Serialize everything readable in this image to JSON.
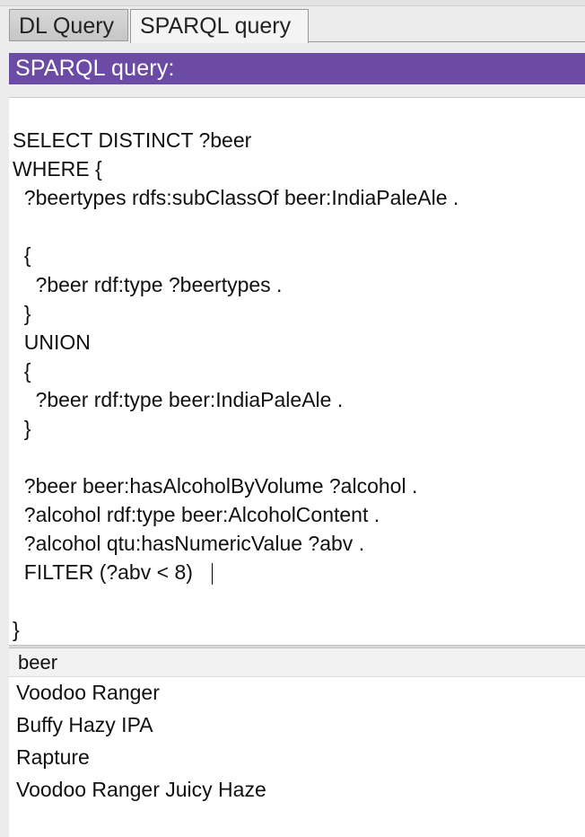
{
  "tabs": {
    "dl_query": "DL Query",
    "sparql_query": "SPARQL query"
  },
  "panel": {
    "title": "SPARQL query:"
  },
  "editor": {
    "lines": [
      "SELECT DISTINCT ?beer",
      "WHERE {",
      "  ?beertypes rdfs:subClassOf beer:IndiaPaleAle .",
      "",
      "  {",
      "    ?beer rdf:type ?beertypes .",
      "  }",
      "  UNION",
      "  {",
      "    ?beer rdf:type beer:IndiaPaleAle .",
      "  }",
      "",
      "  ?beer beer:hasAlcoholByVolume ?alcohol .",
      "  ?alcohol rdf:type beer:AlcoholContent .",
      "  ?alcohol qtu:hasNumericValue ?abv .",
      "  FILTER (?abv < 8)",
      "",
      "}"
    ]
  },
  "results": {
    "column_header": "beer",
    "rows": [
      "Voodoo Ranger",
      "Buffy Hazy IPA",
      "Rapture",
      "Voodoo Ranger Juicy Haze"
    ]
  },
  "colors": {
    "header_purple": "#6b4ba3",
    "background": "#ececec",
    "editor_background": "#ffffff"
  }
}
